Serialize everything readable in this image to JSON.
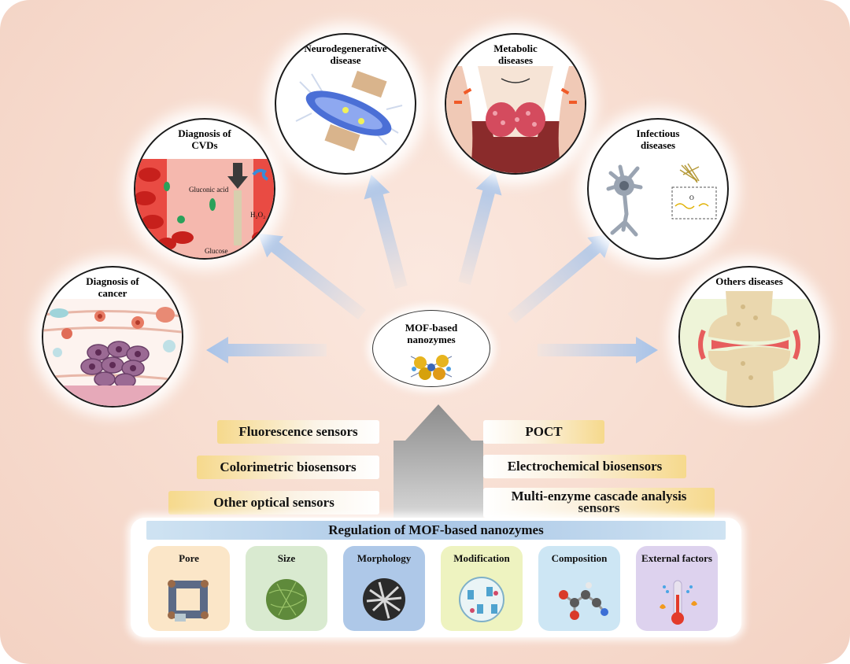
{
  "center": {
    "line1": "MOF-based",
    "line2": "nanozymes"
  },
  "diseases": {
    "cancer": {
      "line1": "Diagnosis of",
      "line2": "cancer"
    },
    "cvds": {
      "line1": "Diagnosis of",
      "line2": "CVDs",
      "gluconic": "Gluconic acid",
      "glucose": "Glucose",
      "h2o2": "H₂O₂"
    },
    "neuro": {
      "line1": "Neurodegenerative",
      "line2": "disease"
    },
    "metabolic": {
      "line1": "Metabolic",
      "line2": "diseases"
    },
    "infectious": {
      "line1": "Infectious",
      "line2": "diseases"
    },
    "others": {
      "line1": "Others diseases"
    }
  },
  "sensors": {
    "fluorescence": "Fluorescence sensors",
    "colorimetric": "Colorimetric biosensors",
    "other_optical": "Other optical sensors",
    "poct": "POCT",
    "electrochemical": "Electrochemical biosensors",
    "multi_line1": "Multi-enzyme cascade analysis",
    "multi_line2": "sensors"
  },
  "regulation": {
    "title": "Regulation of MOF-based nanozymes",
    "factors": [
      "Pore",
      "Size",
      "Morphology",
      "Modification",
      "Composition",
      "External factors"
    ]
  },
  "colors": {
    "arrow": "#a9c4e8",
    "card_pore": "#fbe6c8",
    "card_size": "#d9ead0",
    "card_morph": "#aec8e8",
    "card_mod": "#eef3c0",
    "card_comp": "#cde6f4",
    "card_ext": "#ddd2ee"
  }
}
